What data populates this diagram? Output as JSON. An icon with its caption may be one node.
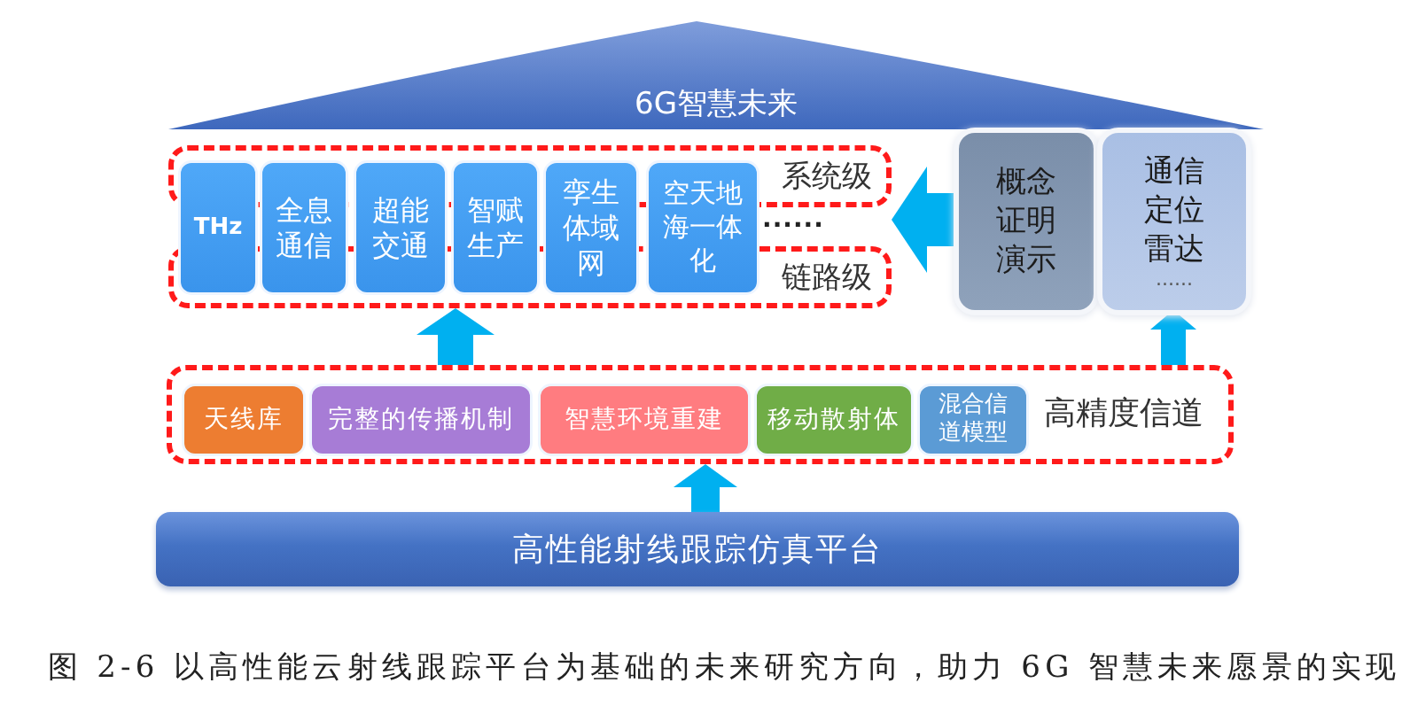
{
  "diagram": {
    "caption": "图 2-6 以高性能云射线跟踪平台为基础的未来研究方向，助力 6G 智慧未来愿景的实现",
    "nodes": [
      {
        "text": [
          "6G智慧未来"
        ]
      },
      {
        "text": [
          "系统级"
        ]
      },
      {
        "text": [
          "链路级"
        ]
      },
      {
        "text": [
          "THz"
        ]
      },
      {
        "text": [
          "全息通信"
        ]
      },
      {
        "text": [
          "超能交通"
        ]
      },
      {
        "text": [
          "智赋生产"
        ]
      },
      {
        "text": [
          "孪生体域网"
        ]
      },
      {
        "text": [
          "空天地海一体化"
        ]
      },
      {
        "text": [
          "概念证明演示"
        ]
      },
      {
        "text": [
          "通信定位雷达",
          "......"
        ]
      },
      {
        "text": [
          "高精度信道"
        ]
      },
      {
        "text": [
          "天线库"
        ],
        "in": 11
      },
      {
        "text": [
          "完整的传播机制"
        ],
        "in": 11
      },
      {
        "text": [
          "智慧环境重建"
        ],
        "in": 11
      },
      {
        "text": [
          "移动散射体"
        ],
        "in": 11
      },
      {
        "text": [
          "混合信道模型"
        ],
        "in": 11
      },
      {
        "text": [
          "高性能射线跟踪仿真平台"
        ]
      }
    ],
    "edges": [
      {
        "from": 17,
        "to": 11,
        "arrow": "to"
      },
      {
        "from": 11,
        "to": 2,
        "arrow": "to"
      },
      {
        "from": 11,
        "to": 10,
        "arrow": "to"
      },
      {
        "from": 9,
        "to": 1,
        "arrow": "to",
        "style": "thick"
      }
    ],
    "labels": [
      "......"
    ]
  }
}
